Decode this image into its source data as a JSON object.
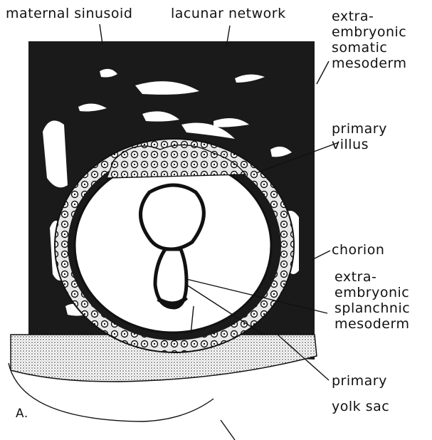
{
  "labels": {
    "top_left": "maternal sinusoid",
    "top_mid": "lacunar network",
    "right_top": [
      "extra-",
      "embryonic",
      "somatic",
      "mesoderm"
    ],
    "right_villus": [
      "primary",
      "villus"
    ],
    "right_chorion": "chorion",
    "right_splanchnic": [
      "extra-",
      "embryonic",
      "splanchnic",
      "mesoderm"
    ],
    "right_yolk": [
      "primary",
      "yolk sac"
    ],
    "panel_letter": "A."
  },
  "colors": {
    "ink": "#111111",
    "dark_tissue": "#1a1a1a",
    "paper": "#ffffff",
    "stipple": "#9a9a9a"
  }
}
